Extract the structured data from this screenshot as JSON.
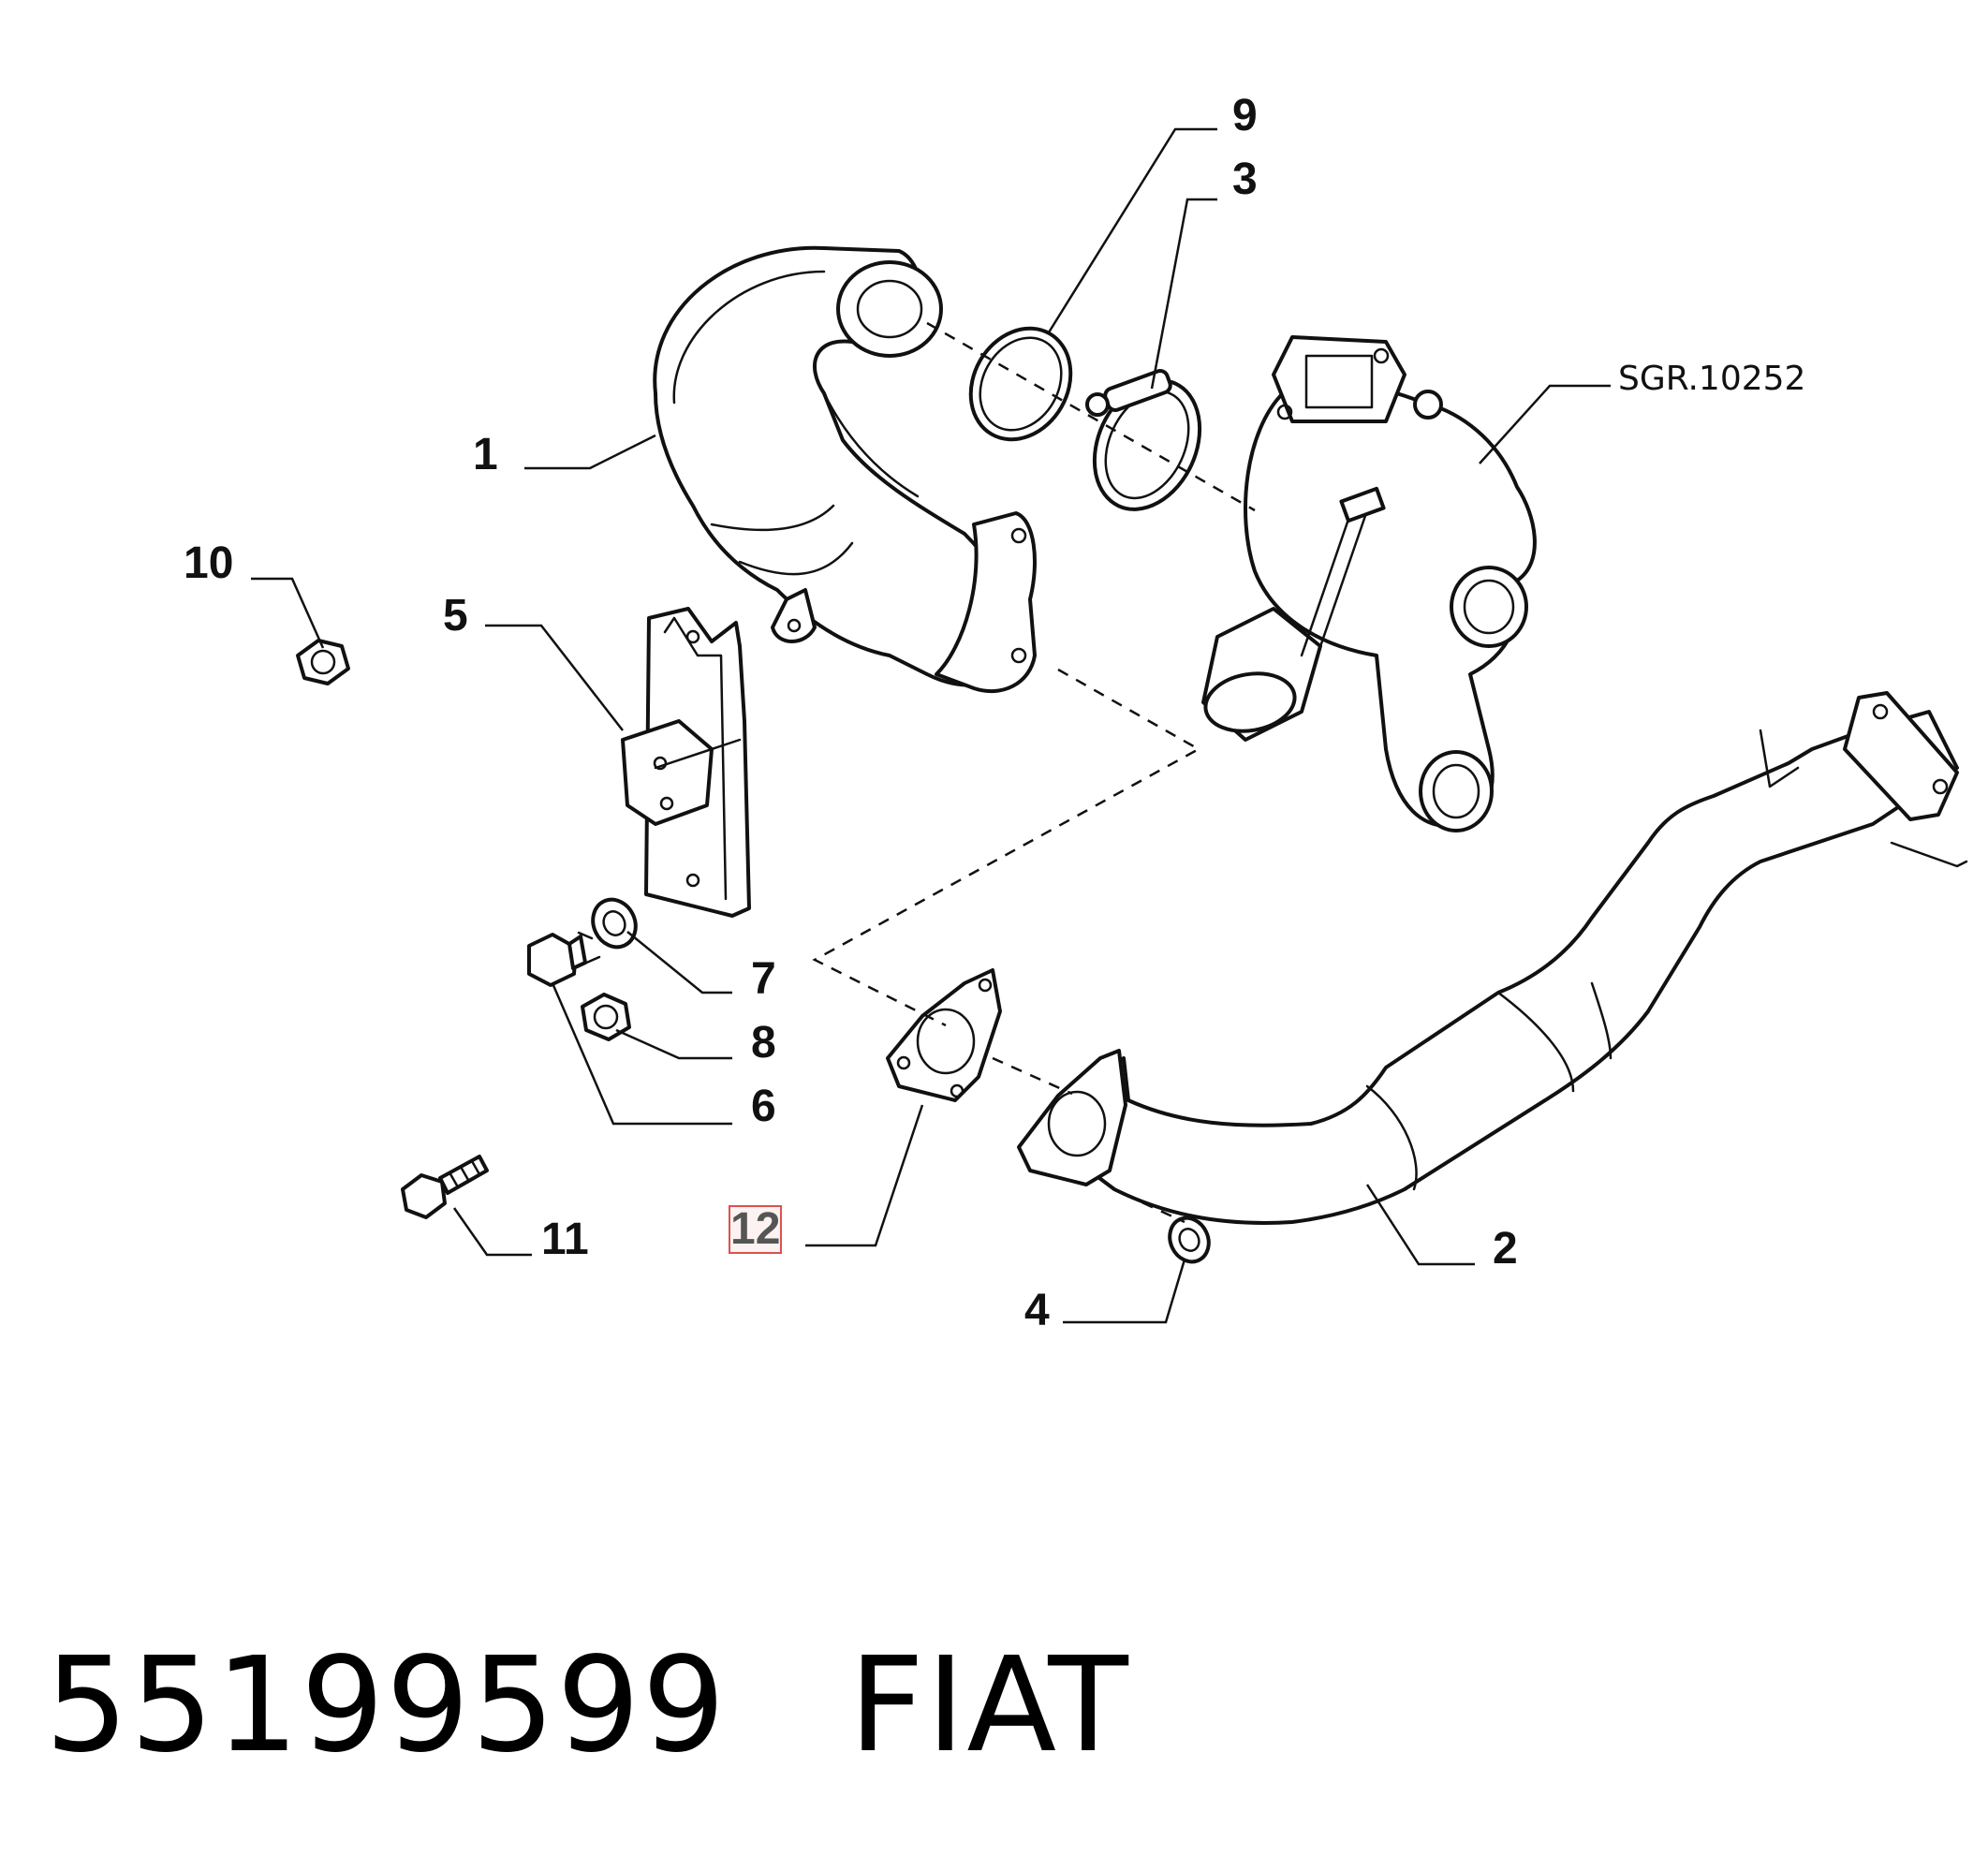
{
  "callouts": [
    {
      "id": "1",
      "label": "1"
    },
    {
      "id": "2",
      "label": "2"
    },
    {
      "id": "3",
      "label": "3"
    },
    {
      "id": "4",
      "label": "4"
    },
    {
      "id": "5",
      "label": "5"
    },
    {
      "id": "6",
      "label": "6"
    },
    {
      "id": "7",
      "label": "7"
    },
    {
      "id": "8",
      "label": "8"
    },
    {
      "id": "9",
      "label": "9"
    },
    {
      "id": "10",
      "label": "10"
    },
    {
      "id": "11",
      "label": "11"
    },
    {
      "id": "12",
      "label": "12",
      "highlighted": true
    }
  ],
  "reference": "SGR.10252",
  "footer": {
    "part_number": "55199599",
    "brand": "FIAT"
  },
  "colors": {
    "highlight": "#d9534f",
    "line": "#111111"
  }
}
